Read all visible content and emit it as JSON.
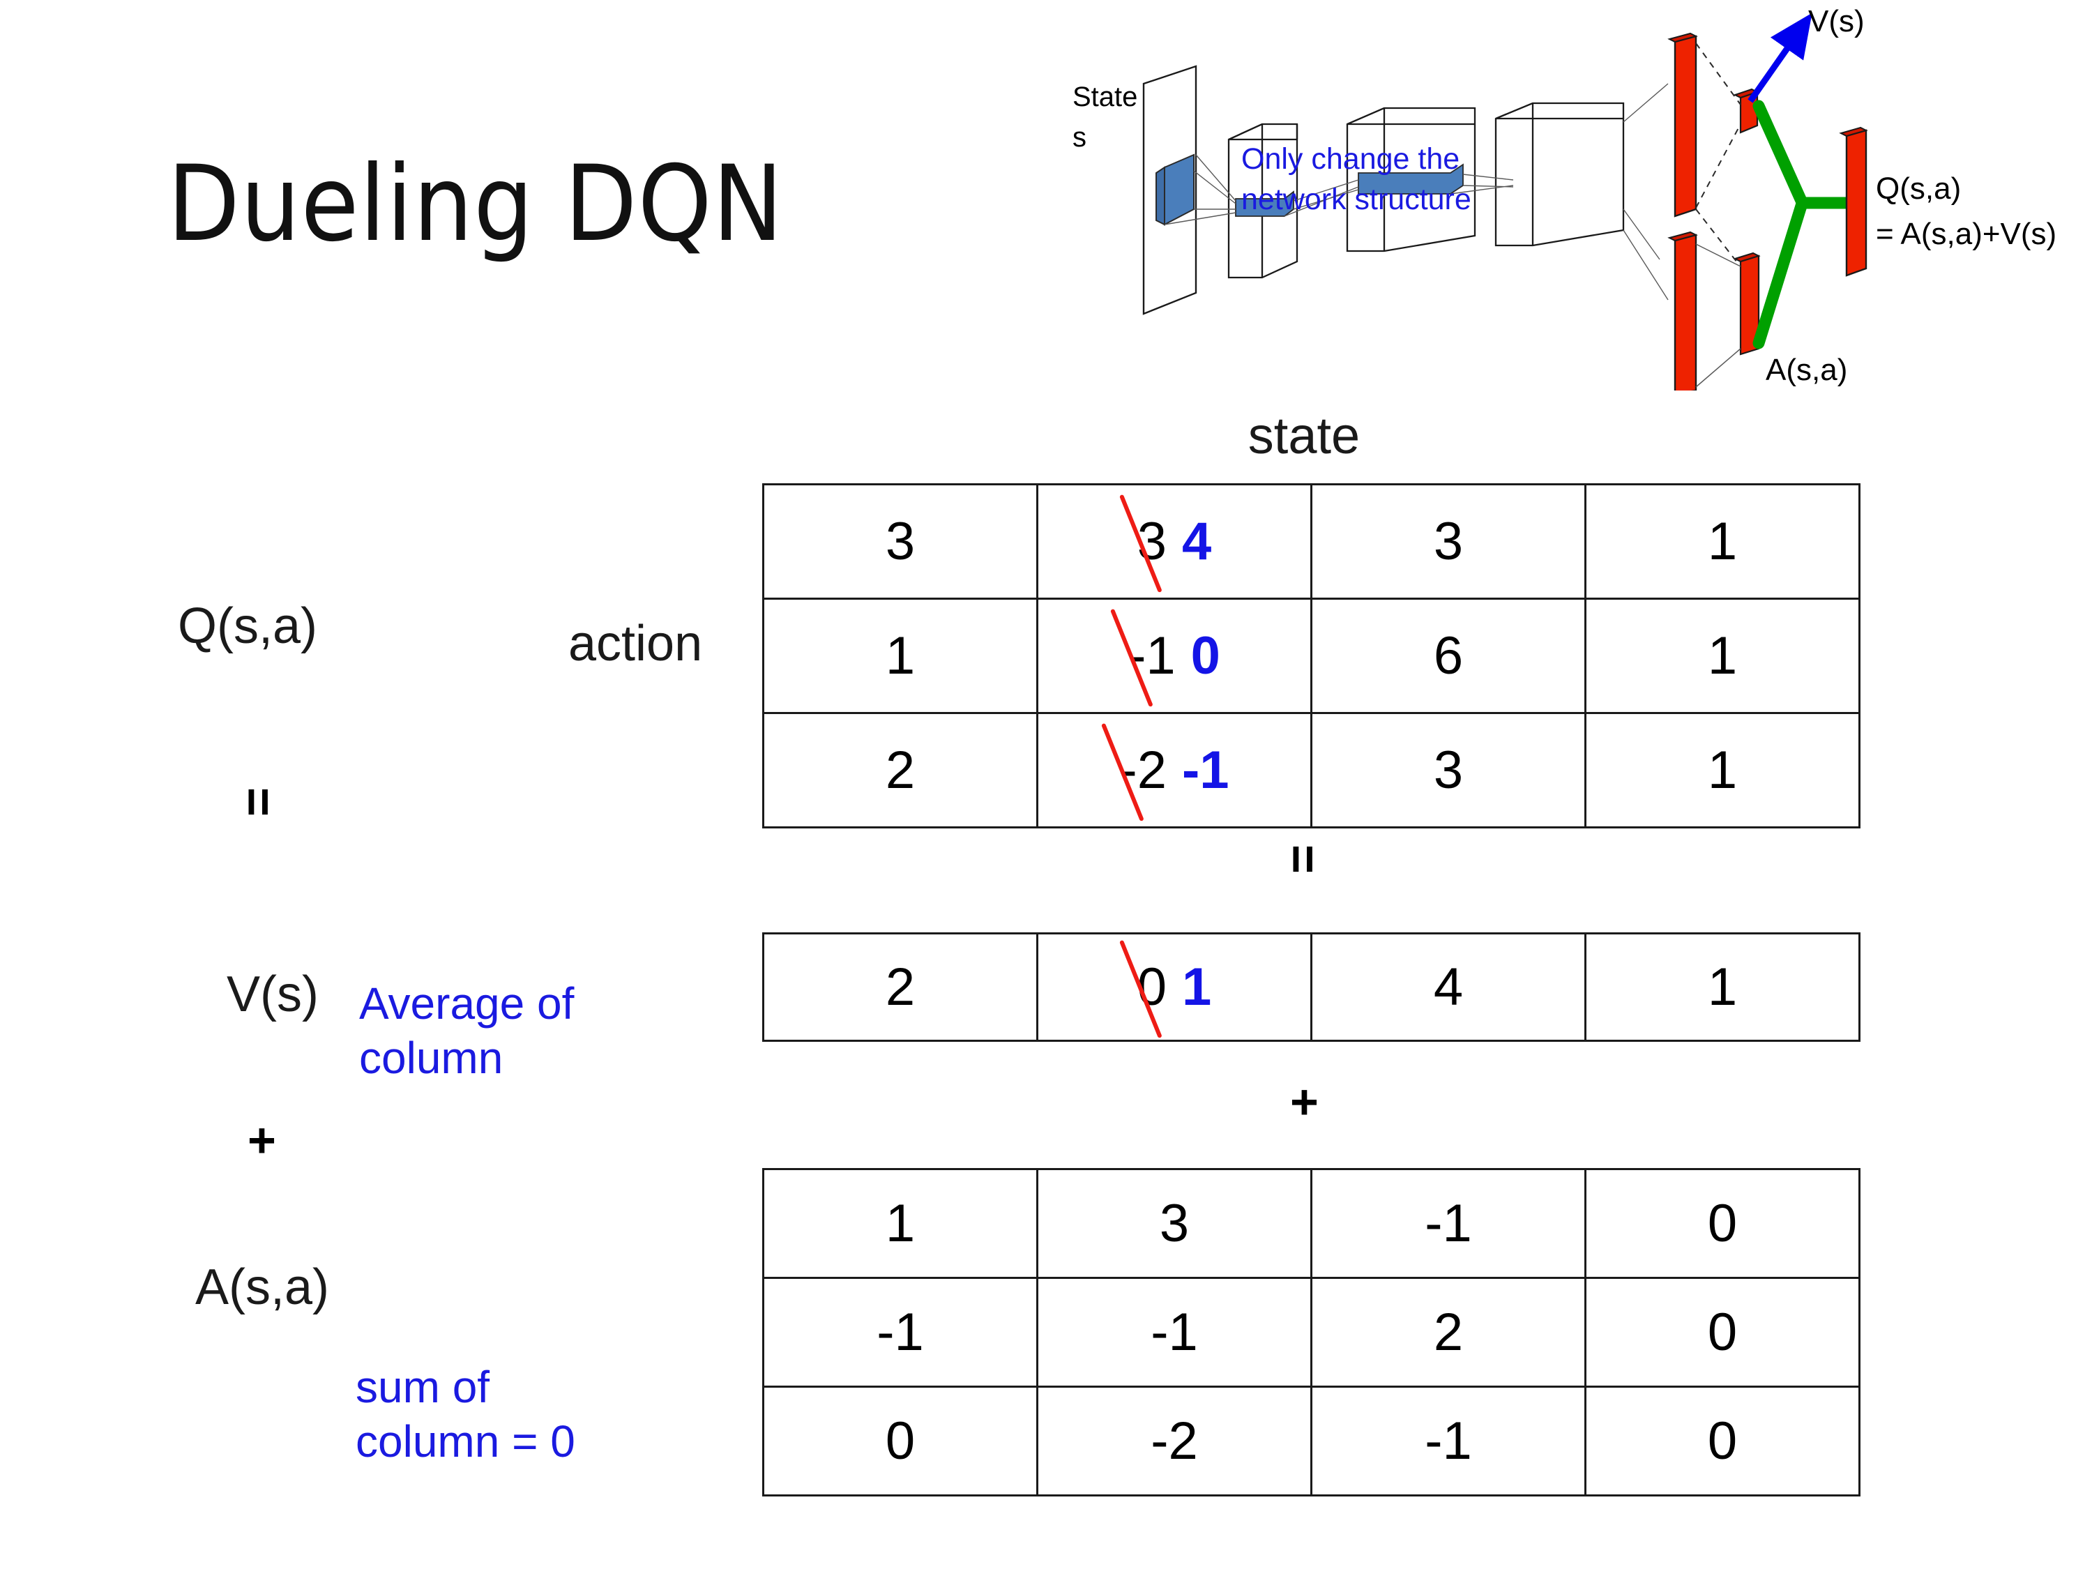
{
  "title": "Dueling DQN",
  "diagram": {
    "state_label_line1": "State",
    "state_label_line2": "s",
    "note_line1": "Only change the",
    "note_line2": "network structure",
    "value_label": "V(s)",
    "advantage_label": "A(s,a)",
    "q_label_line1": "Q(s,a)",
    "q_label_line2": "= A(s,a)+V(s)",
    "colors": {
      "input_block": "#4a7ebb",
      "output_bar": "#ee2200",
      "combine_link": "#00a000",
      "value_arrow": "#0000ee",
      "note_text": "#1a1ae0"
    }
  },
  "labels": {
    "state_axis": "state",
    "action_axis": "action",
    "q_function": "Q(s,a)",
    "v_function": "V(s)",
    "a_function": "A(s,a)",
    "equals_1": "=",
    "equals_2": "=",
    "plus_1": "+",
    "plus_2": "+",
    "average_note_line1": "Average of",
    "average_note_line2": "column",
    "sum_note_line1": "sum of",
    "sum_note_line2": "column = 0",
    "blue": "#1a1ae0",
    "correction_blue": "#1414e6",
    "strike_red": "#ee1c15"
  },
  "chart_data": {
    "type": "table",
    "title": "Dueling DQN value decomposition Q(s,a) = V(s) + A(s,a)",
    "xlabel": "state",
    "ylabel": "action",
    "tables": [
      {
        "name": "Q(s,a)",
        "rows": [
          [
            {
              "value": "3"
            },
            {
              "value": "3",
              "corrected": "4",
              "struck": true
            },
            {
              "value": "3"
            },
            {
              "value": "1"
            }
          ],
          [
            {
              "value": "1"
            },
            {
              "value": "-1",
              "corrected": "0",
              "struck": true
            },
            {
              "value": "6"
            },
            {
              "value": "1"
            }
          ],
          [
            {
              "value": "2"
            },
            {
              "value": "-2",
              "corrected": "-1",
              "struck": true
            },
            {
              "value": "3"
            },
            {
              "value": "1"
            }
          ]
        ]
      },
      {
        "name": "V(s)",
        "rows": [
          [
            {
              "value": "2"
            },
            {
              "value": "0",
              "corrected": "1",
              "struck": true
            },
            {
              "value": "4"
            },
            {
              "value": "1"
            }
          ]
        ]
      },
      {
        "name": "A(s,a)",
        "rows": [
          [
            {
              "value": "1"
            },
            {
              "value": "3"
            },
            {
              "value": "-1"
            },
            {
              "value": "0"
            }
          ],
          [
            {
              "value": "-1"
            },
            {
              "value": "-1"
            },
            {
              "value": "2"
            },
            {
              "value": "0"
            }
          ],
          [
            {
              "value": "0"
            },
            {
              "value": "-2"
            },
            {
              "value": "-1"
            },
            {
              "value": "0"
            }
          ]
        ]
      }
    ]
  }
}
